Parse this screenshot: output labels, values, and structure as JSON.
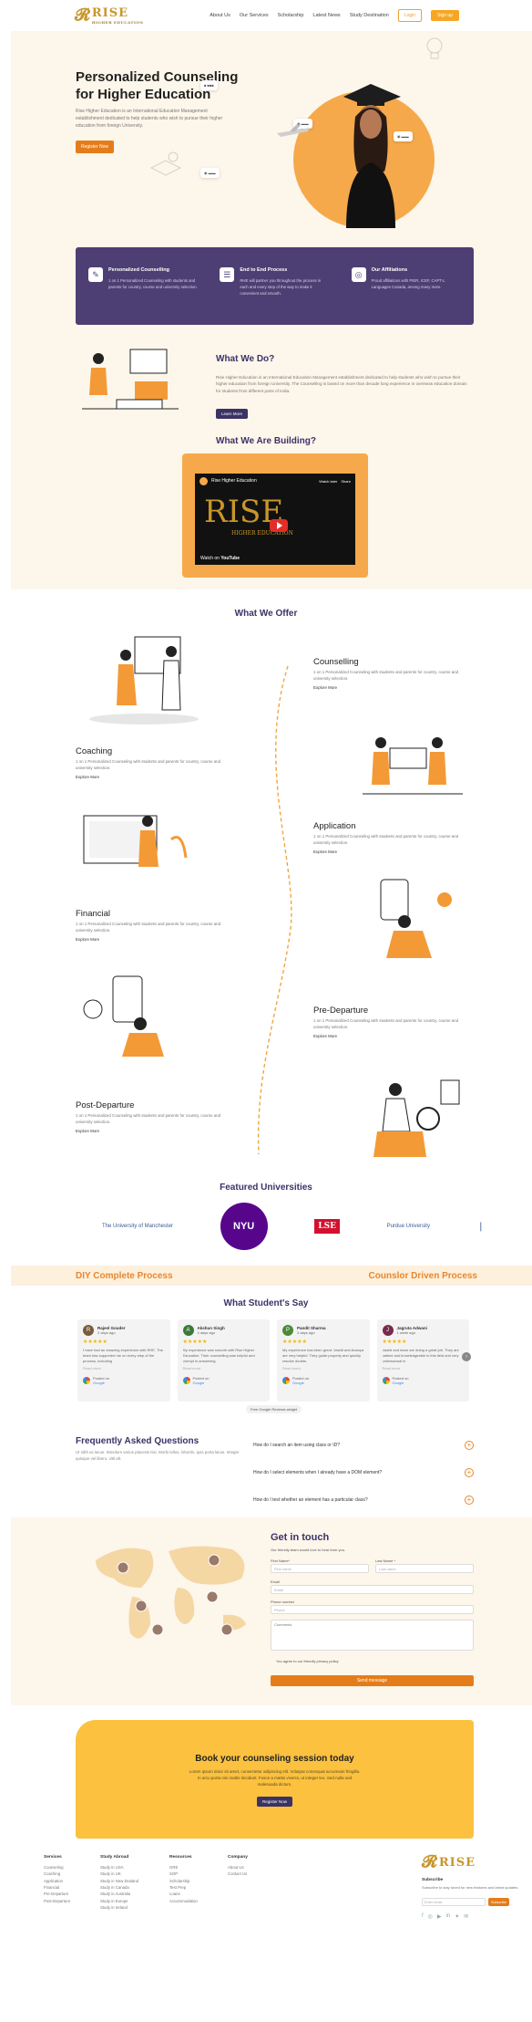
{
  "nav": {
    "logo_word": "RISE",
    "logo_sub": "HIGHER EDUCATION",
    "links": [
      "About Us",
      "Our Services",
      "Scholarship",
      "Latest News",
      "Study Destination"
    ],
    "login": "Login",
    "signup": "Sign up"
  },
  "hero": {
    "title": "Personalized Counseling for Higher Education",
    "desc": "Rise Higher Education is an International Education Management establishment dedicated to help students who wish to pursue their higher education from foreign University.",
    "cta": "Register Now"
  },
  "features": [
    {
      "title": "Personalized Counselling",
      "desc": "1 on 1 Personalized Counseling with students and parents for country, course and university selection."
    },
    {
      "title": "End to End Process",
      "desc": "RHE will partner you throughout the process in each and every step of the way to make it convenient and smooth."
    },
    {
      "title": "Our Affiliations",
      "desc": "Proud affiliations with PIER, ICEF, CAPT-L Languages Canada, among many more."
    }
  ],
  "what_we_do": {
    "title": "What We Do?",
    "desc": "Rise Higher Education is an International Education Management establishment dedicated to help students who wish to pursue their higher education from foreign University. The Counselling is based on more than decade long experience in overseas education domain for students from different parts of India.",
    "cta": "Learn More"
  },
  "building": {
    "title": "What We Are Building?",
    "video_channel": "Rise Higher Education",
    "watch_later": "Watch later",
    "share": "Share",
    "watch_on": "Watch on",
    "youtube": "YouTube",
    "video_logo": "RISE",
    "video_logo_sub": "HIGHER EDUCATION"
  },
  "offer": {
    "title": "What We Offer",
    "items": [
      {
        "title": "Counselling",
        "desc": "1 on 1 Personalized Counseling with students and parents for country, course and university selection.",
        "link": "Explore More"
      },
      {
        "title": "Coaching",
        "desc": "1 on 1 Personalized Counseling with students and parents for country, course and university selection.",
        "link": "Explore More"
      },
      {
        "title": "Application",
        "desc": "1 on 1 Personalized Counseling with students and parents for country, course and university selection.",
        "link": "Explore More"
      },
      {
        "title": "Financial",
        "desc": "1 on 1 Personalized Counseling with students and parents for country, course and university selection.",
        "link": "Explore More"
      },
      {
        "title": "Pre-Departure",
        "desc": "1 on 1 Personalized Counseling with students and parents for country, course and university selection.",
        "link": "Explore More"
      },
      {
        "title": "Post-Departure",
        "desc": "1 on 1 Personalized Counseling with students and parents for country, course and university selection.",
        "link": "Explore More"
      }
    ]
  },
  "universities": {
    "title": "Featured Universities",
    "items": [
      "The University of Manchester",
      "NYU",
      "LSE",
      "Purdue University"
    ]
  },
  "process": {
    "left": "DIY Complete Process",
    "right": "Counslor Driven Process"
  },
  "reviews": {
    "title": "What Student's Say",
    "items": [
      {
        "initial": "R",
        "name": "Rajeel Gouder",
        "time": "2 days ago",
        "text": "I have had an amazing experience with RHE. The team has supported me on every step of the process, including",
        "color": "#7a5c3a"
      },
      {
        "initial": "A",
        "name": "Akshun Singh",
        "time": "4 days ago",
        "text": "My experience was smooth with Rise Higher Education. Their counselling was helpful and prompt in answering.",
        "color": "#3a7a3a"
      },
      {
        "initial": "P",
        "name": "Pandit Sharma",
        "time": "3 days ago",
        "text": "My experience has been great. Vashti and Ananya are very helpful. They guide properly and quickly resolve doubts.",
        "color": "#4a8a3a"
      },
      {
        "initial": "J",
        "name": "Jagruta Adwani",
        "time": "1 week ago",
        "text": "Vashti and team are doing a great job. They are patient and knowledgeable in this field and very professional in",
        "color": "#7a2a4a"
      }
    ],
    "read_more": "Read more",
    "posted_on": "Posted on",
    "google": "Google",
    "trust": "Free Google Reviews widget"
  },
  "faq": {
    "title": "Frequently Asked Questions",
    "desc": "Ut nibh ac lacus. Interdum varius placerat nisi. Morbi tellus, lobortis, quis porta lacus. Integer quisque vel libero, vitit alt.",
    "questions": [
      "How do I search an item using class or ID?",
      "How do I select elements when I already have a DOM element?",
      "How do I test whether an element has a particular class?"
    ]
  },
  "contact": {
    "title": "Get in touch",
    "sub": "Our friendly team would love to hear from you.",
    "first_name": "First Name*",
    "first_ph": "First name",
    "last_name": "Last Name *",
    "last_ph": "Last name",
    "email": "Email",
    "email_ph": "Email",
    "phone": "Phone number",
    "phone_ph": "Phone",
    "comments": "Comments",
    "agree": "You agree to our friendly privacy policy.",
    "send": "Send message"
  },
  "cta": {
    "title": "Book your counseling session today",
    "desc": "Lorem ipsum dolor sit amet, consectetur adipiscing elit. Volutpat consequat accumsan fringilla. In arcu porta nisi mattis tincidunt. Fusce a mattis viverra, ut integer leo. Sed nulla sed malesuada dictum.",
    "button": "Register Now"
  },
  "footer": {
    "columns": [
      {
        "title": "Services",
        "items": [
          "Counseling",
          "Coaching",
          "Application",
          "Financial",
          "Pre-Departure",
          "Post-Departure"
        ]
      },
      {
        "title": "Study Abroad",
        "items": [
          "Study in USA",
          "Study in UK",
          "Study in New Zealand",
          "Study in Canada",
          "Study in Australia",
          "Study in Europe",
          "Study in Ireland"
        ]
      },
      {
        "title": "Resources",
        "items": [
          "GRE",
          "SOP",
          "Scholarship",
          "Test Prep",
          "Loans",
          "Accommodation"
        ]
      },
      {
        "title": "Company",
        "items": [
          "About Us",
          "Contact Us"
        ]
      }
    ],
    "subscribe": "Subscribe",
    "subscribe_desc": "Subscribe to stay tuned for new features and latest updates.",
    "email_ph": "Enter email",
    "subscribe_btn": "Subscribe",
    "logo_word": "RISE"
  }
}
